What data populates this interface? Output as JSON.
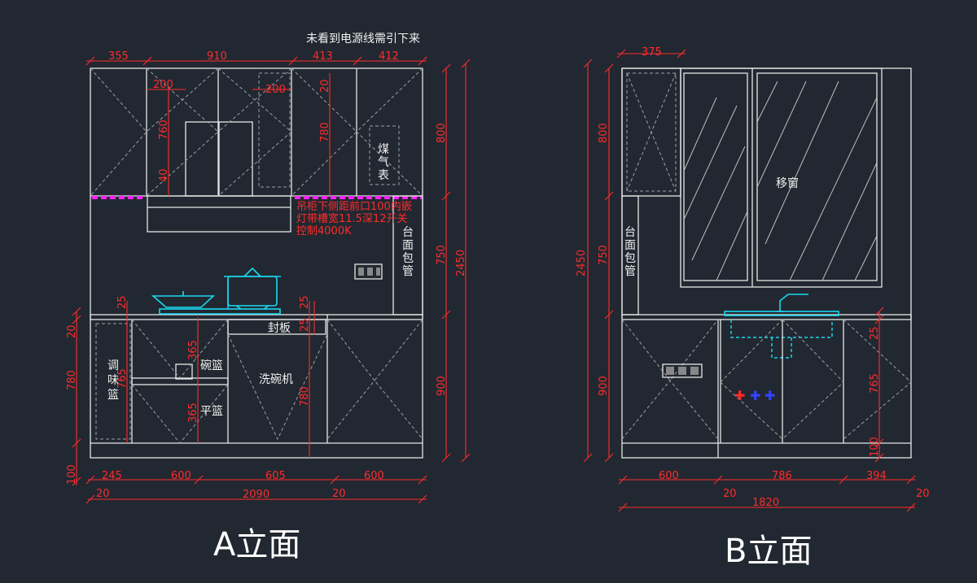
{
  "notes": {
    "power_line": "未看到电源线需引下来",
    "light_note_1": "吊柜下侧距前口100内嵌",
    "light_note_2": "灯带槽宽11.5深12开关",
    "light_note_3": "控制4000K"
  },
  "titles": {
    "a": "A立面",
    "b": "B立面"
  },
  "a_labels": {
    "gas_meter": [
      "煤",
      "气",
      "表"
    ],
    "pipe_cover": [
      "台",
      "面",
      "包",
      "管"
    ],
    "seasoning": [
      "调",
      "味",
      "篮"
    ],
    "bowl_basket": "碗篮",
    "flat_basket": "平篮",
    "dishwasher": "洗碗机",
    "seal_board": "封板"
  },
  "b_labels": {
    "sliding_window": "移窗",
    "pipe_cover": [
      "台",
      "面",
      "包",
      "管"
    ]
  },
  "a_dims": {
    "top": [
      "355",
      "910",
      "413",
      "412"
    ],
    "inner": [
      "200",
      "200"
    ],
    "upper_v": [
      "760",
      "40",
      "20",
      "780"
    ],
    "right": [
      "800",
      "750",
      "900",
      "2450"
    ],
    "left": [
      "20",
      "780",
      "100"
    ],
    "lower_v": [
      "25",
      "765",
      "365",
      "365",
      "25",
      "25",
      "780"
    ],
    "bottom": [
      "245",
      "600",
      "605",
      "600"
    ],
    "total": [
      "20",
      "2090",
      "20"
    ]
  },
  "b_dims": {
    "top": "375",
    "left": [
      "2450",
      "800",
      "750",
      "900"
    ],
    "right": [
      "25",
      "765",
      "100"
    ],
    "bottom": [
      "600",
      "786",
      "394"
    ],
    "total": [
      "20",
      "1820",
      "20"
    ]
  },
  "colors": {
    "background": "#222831",
    "line": "#e6e6e6",
    "dimension": "#ff2b2b",
    "fixture": "#19d9f0",
    "led_strip": "#ff22ff",
    "hob_knob": "#3344ff"
  }
}
